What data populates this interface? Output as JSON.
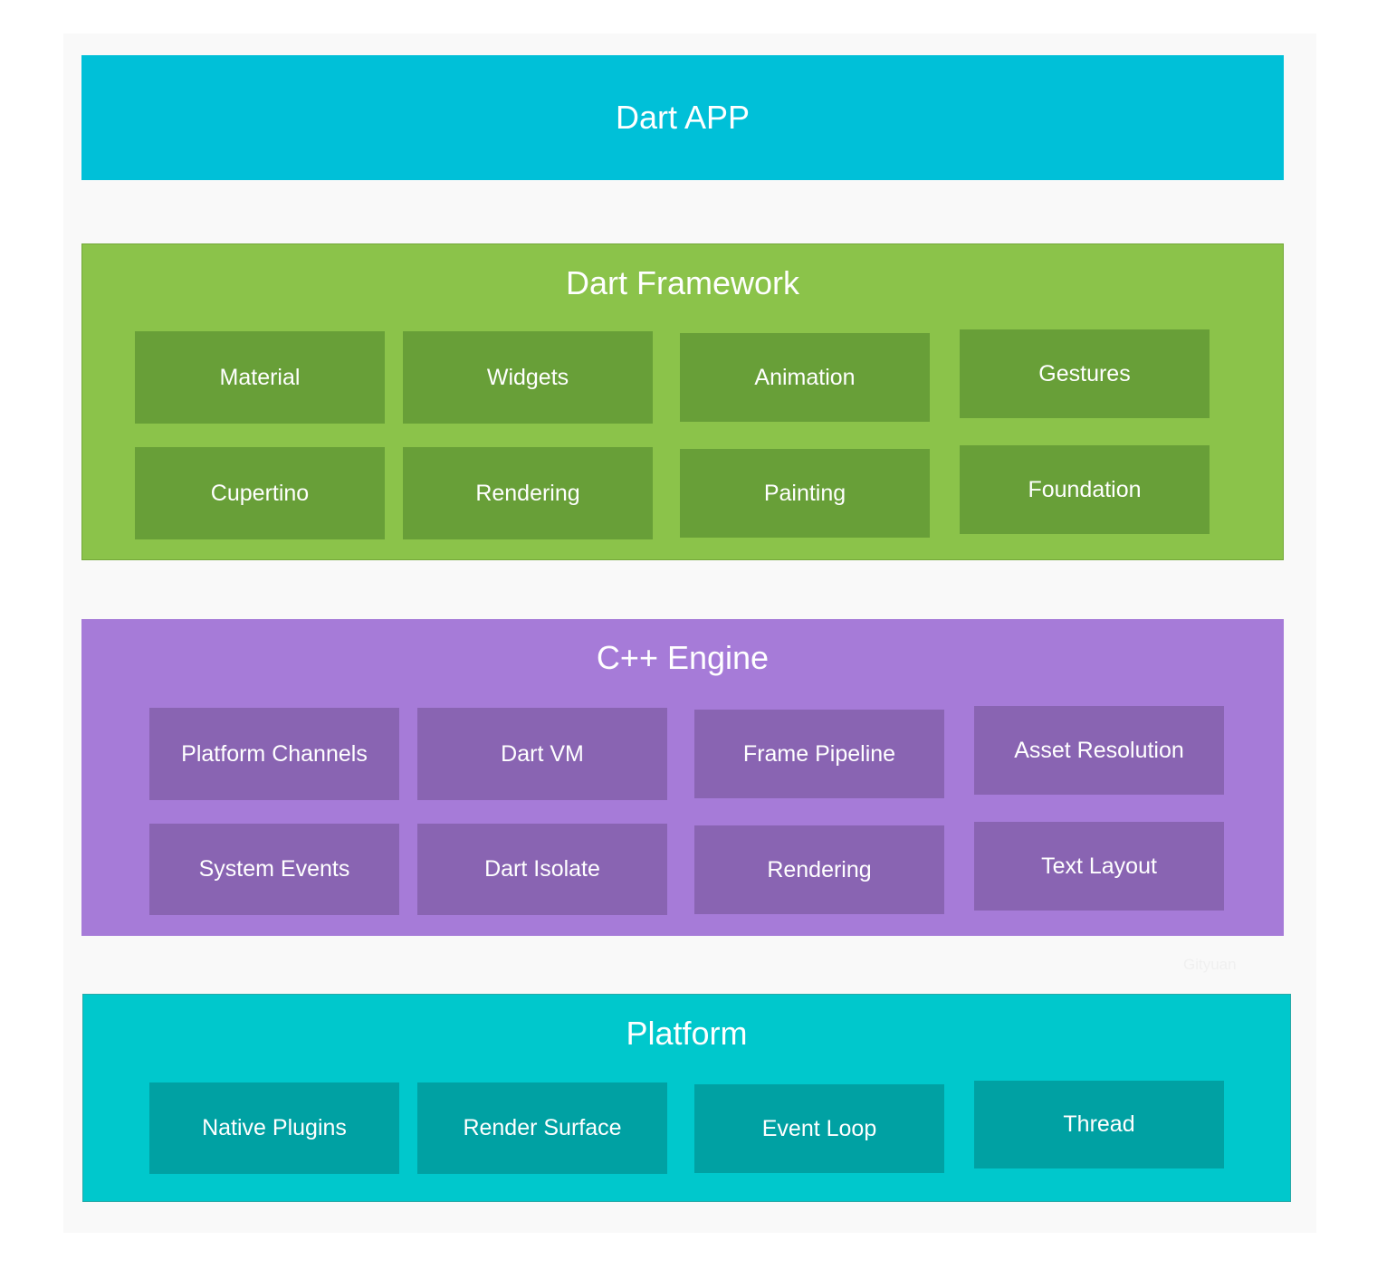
{
  "colors": {
    "canvas": "#f9f9f9",
    "app": "#00c0d8",
    "framework": "#8bc34a",
    "framework_box": "#689f38",
    "engine": "#a67bd8",
    "engine_box": "#8964b2",
    "platform": "#00c8cc",
    "platform_box": "#00a1a3"
  },
  "watermark": "Gityuan",
  "layers": {
    "app": {
      "title": "Dart APP"
    },
    "framework": {
      "title": "Dart Framework",
      "boxes": [
        "Material",
        "Widgets",
        "Animation",
        "Gestures",
        "Cupertino",
        "Rendering",
        "Painting",
        "Foundation"
      ]
    },
    "engine": {
      "title": "C++ Engine",
      "boxes": [
        "Platform Channels",
        "Dart VM",
        "Frame Pipeline",
        "Asset Resolution",
        "System Events",
        "Dart Isolate",
        "Rendering",
        "Text Layout"
      ]
    },
    "platform": {
      "title": "Platform",
      "boxes": [
        "Native Plugins",
        "Render Surface",
        "Event Loop",
        "Thread"
      ]
    }
  }
}
